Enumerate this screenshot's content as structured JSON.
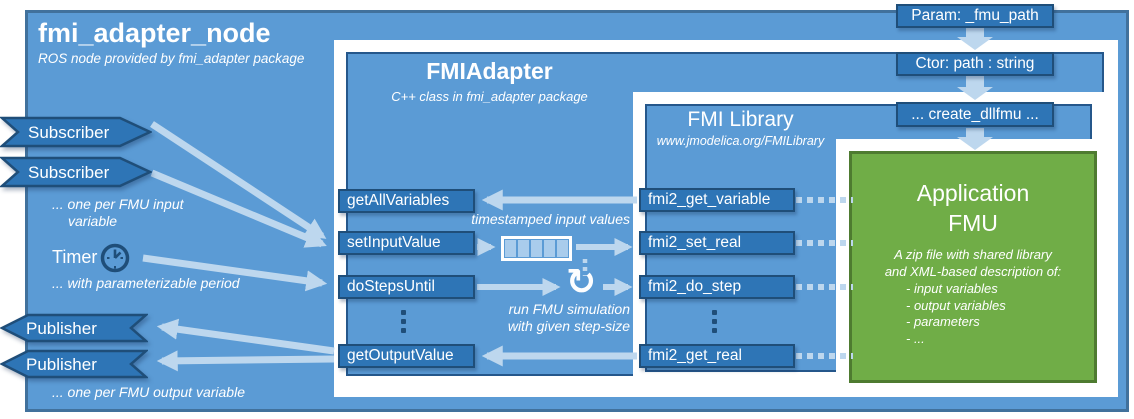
{
  "node": {
    "title": "fmi_adapter_node",
    "subtitle": "ROS node provided by fmi_adapter package"
  },
  "adapter": {
    "title": "FMIAdapter",
    "subtitle": "C++ class in fmi_adapter package",
    "methods": [
      "getAllVariables",
      "setInputValue",
      "doStepsUntil",
      "getOutputValue"
    ]
  },
  "library": {
    "title": "FMI Library",
    "subtitle": "www.jmodelica.org/FMILibrary",
    "functions": [
      "fmi2_get_variable",
      "fmi2_set_real",
      "fmi2_do_step",
      "fmi2_get_real"
    ]
  },
  "fmu": {
    "title_line1": "Application",
    "title_line2": "FMU",
    "description": [
      "A zip file with shared library",
      "and XML-based description of:"
    ],
    "bullets": [
      "- input variables",
      "- output variables",
      "- parameters",
      "- ..."
    ]
  },
  "init_chain": {
    "param": "Param: _fmu_path",
    "ctor": "Ctor: path : string",
    "create": "... create_dllfmu ..."
  },
  "ros": {
    "subscribers": [
      "Subscriber",
      "Subscriber"
    ],
    "subscriber_note": [
      "... one per FMU input",
      "variable"
    ],
    "timer_label": "Timer",
    "timer_note": "... with parameterizable period",
    "publishers": [
      "Publisher",
      "Publisher"
    ],
    "publisher_note": "... one per FMU output variable"
  },
  "annotations": {
    "queue_label": "timestamped input values",
    "loop_note": [
      "run FMU simulation",
      "with given step-size"
    ]
  },
  "icons": {
    "loop_glyph": "↻",
    "clock": "clock-icon",
    "queue": "fifo-buffer-icon",
    "down_arrow": "down-arrow-icon"
  },
  "colors": {
    "background_blue": "#5B9BD5",
    "outer_border": "#41719C",
    "box_fill": "#2E75B6",
    "box_border": "#1F4E79",
    "pale_arrow": "#BDD7EE",
    "frame_white": "#FFFFFF",
    "fmu_green": "#70AD47",
    "fmu_green_border": "#4E7B30"
  }
}
